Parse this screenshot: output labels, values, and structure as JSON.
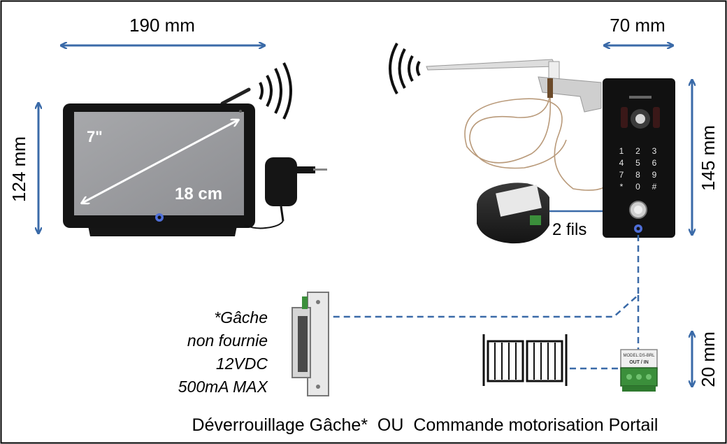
{
  "dimensions": {
    "monitor_width": "190 mm",
    "monitor_height": "124 mm",
    "panel_width": "70 mm",
    "panel_height": "145 mm",
    "relay_height": "20 mm"
  },
  "monitor": {
    "screen_size_in": "7\"",
    "screen_size_cm": "18 cm"
  },
  "wiring": {
    "two_wires": "2 fils"
  },
  "strike_note": {
    "line1": "*Gâche",
    "line2": "non fournie",
    "line3": "12VDC",
    "line4": "500mA MAX"
  },
  "keypad": {
    "keys": [
      "1",
      "2",
      "3",
      "4",
      "5",
      "6",
      "7",
      "8",
      "9",
      "*",
      "0",
      "#"
    ]
  },
  "relay_label": {
    "model": "MODEL:DS-BRL",
    "io": "OUT / IN"
  },
  "caption": "Déverrouillage Gâche*  OU  Commande motorisation Portail",
  "colors": {
    "arrow": "#3a6aa8",
    "dashed": "#3a6aa8",
    "cable": "#b99a7a",
    "device": "#111111"
  }
}
